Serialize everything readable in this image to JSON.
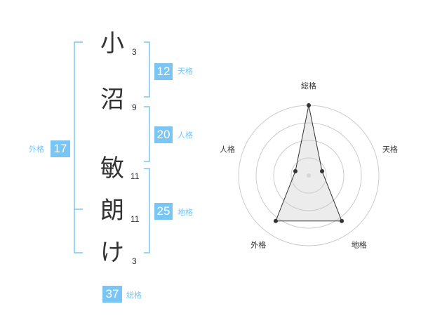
{
  "name": {
    "chars": [
      {
        "char": "小",
        "strokes": "3"
      },
      {
        "char": "沼",
        "strokes": "9"
      },
      {
        "char": "敏",
        "strokes": "11"
      },
      {
        "char": "朗",
        "strokes": "11"
      },
      {
        "char": "け",
        "strokes": "3"
      }
    ]
  },
  "fortune": {
    "tenkaku": {
      "value": "12",
      "label": "天格"
    },
    "jinkaku": {
      "value": "20",
      "label": "人格"
    },
    "chikaku": {
      "value": "25",
      "label": "地格"
    },
    "gaikaku": {
      "value": "17",
      "label": "外格"
    },
    "soukaku": {
      "value": "37",
      "label": "総格"
    }
  },
  "colors": {
    "accent": "#79c6f4",
    "text": "#333333",
    "grid": "#cccccc"
  },
  "chart_data": {
    "type": "radar",
    "axes": [
      "総格",
      "天格",
      "地格",
      "外格",
      "人格"
    ],
    "values": [
      5,
      1,
      4,
      4,
      1
    ],
    "range": [
      0,
      5
    ],
    "rings": 4
  }
}
